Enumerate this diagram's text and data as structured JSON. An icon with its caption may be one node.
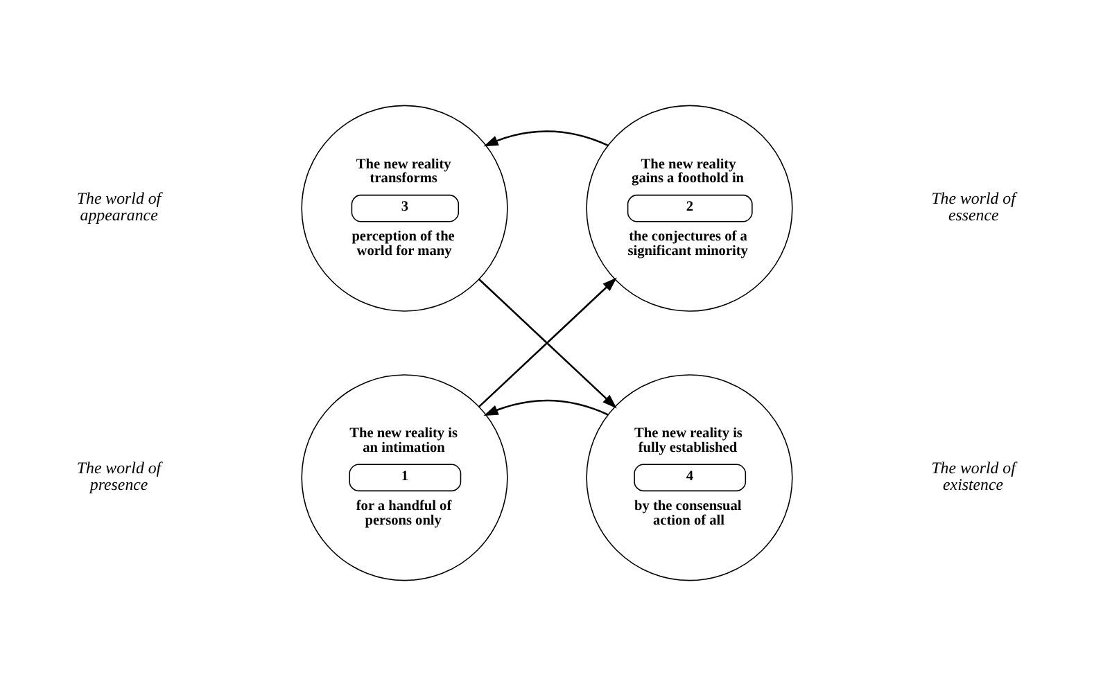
{
  "diagram": {
    "nodes": [
      {
        "text": [
          "The new reality transforms",
          "3",
          "perception of the world for many"
        ]
      },
      {
        "text": [
          "The new reality gains a foothold in",
          "2",
          "the conjectures of a significant minority"
        ]
      },
      {
        "text": [
          "The new reality is an intimation",
          "1",
          "for a handful of persons only"
        ]
      },
      {
        "text": [
          "The new reality is fully established",
          "4",
          "by the consensual action of all"
        ]
      }
    ],
    "edges": [
      {
        "from": 1,
        "to": 0,
        "arrow": "to"
      },
      {
        "from": 2,
        "to": 1,
        "arrow": "to"
      },
      {
        "from": 0,
        "to": 3,
        "arrow": "to"
      },
      {
        "from": 3,
        "to": 2,
        "arrow": "to"
      }
    ],
    "labels": [
      "The world of appearance",
      "The world of essence",
      "The world of presence",
      "The world of existence"
    ]
  }
}
